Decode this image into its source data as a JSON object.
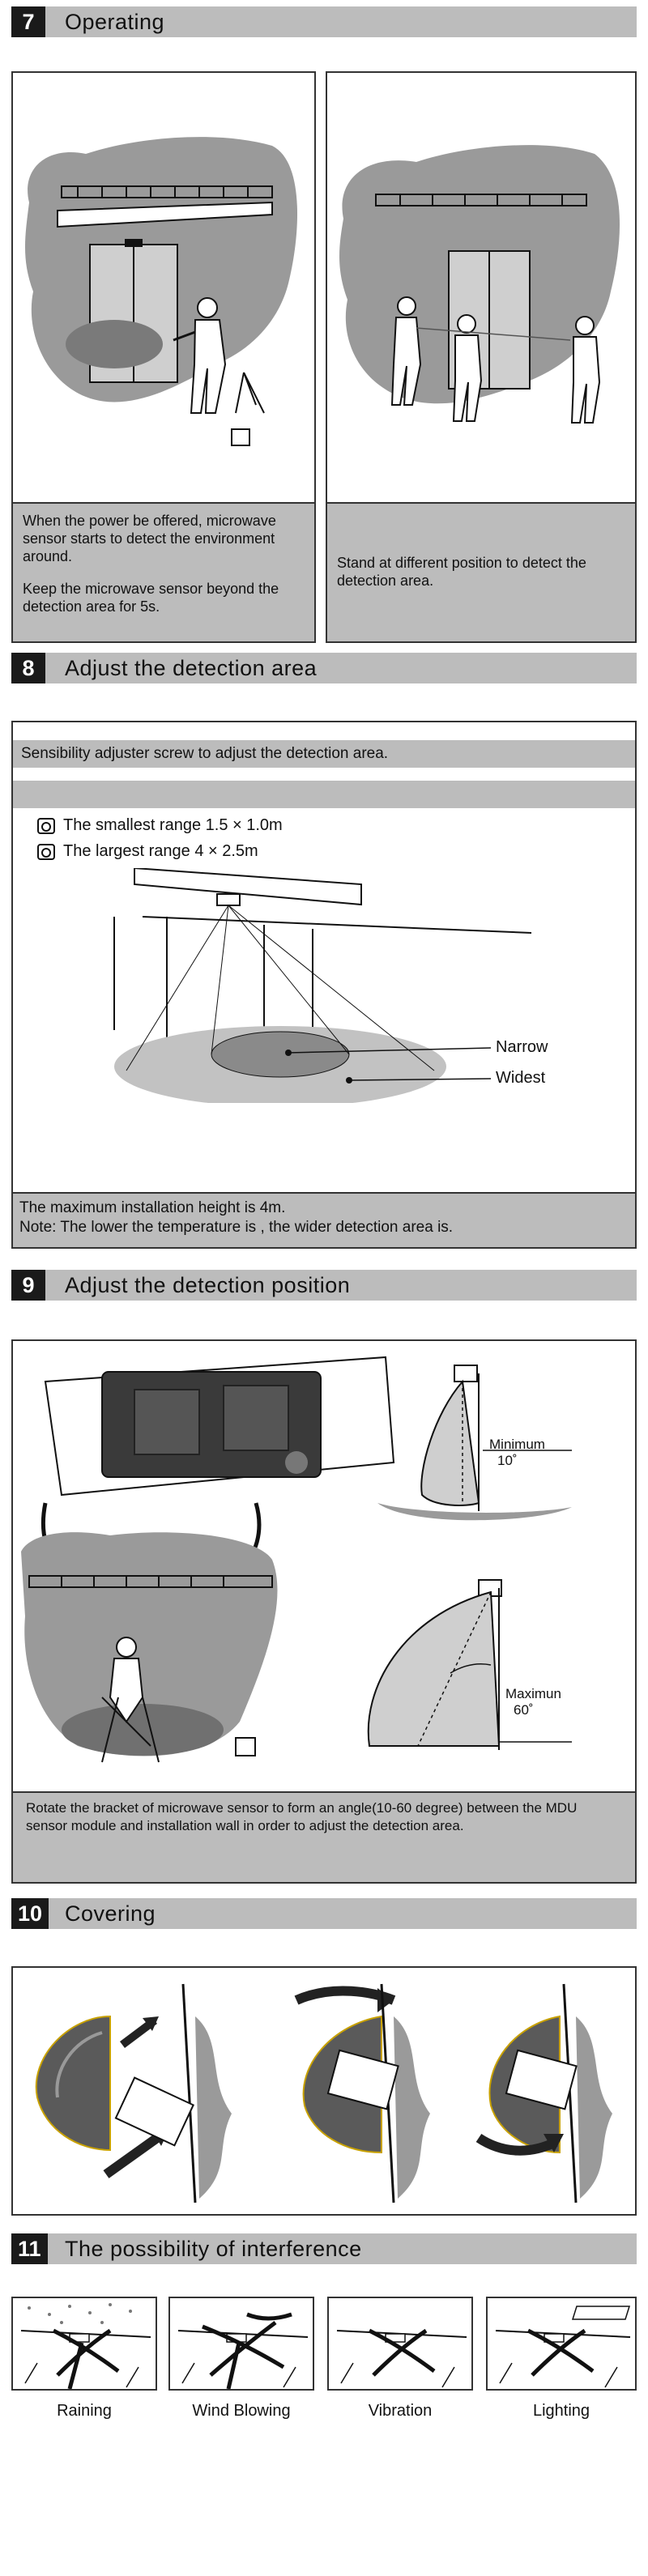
{
  "sections": {
    "s7": {
      "number": "7",
      "title": "Operating",
      "left_caption_1": "When the power be offered, microwave sensor starts to detect the environment around.",
      "left_caption_2": "Keep the microwave sensor beyond the detection area for 5s.",
      "right_caption": "Stand at different position to  detect the detection area."
    },
    "s8": {
      "number": "8",
      "title": "Adjust the detection area",
      "bar_text": "Sensibility adjuster screw to adjust the detection area.",
      "smallest": "The smallest  range  1.5 × 1.0m",
      "largest": "The largest  range  4 × 2.5m",
      "narrow_label": "Narrow",
      "widest_label": "Widest",
      "note_1": "The  maximum installation height is  4m.",
      "note_2": "Note: The lower the temperature is , the wider detection area is."
    },
    "s9": {
      "number": "9",
      "title": "Adjust the detection position",
      "minimum_label": "Minimum",
      "minimum_angle": "10˚",
      "maximum_label": "Maximun",
      "maximum_angle": "60˚",
      "caption": "Rotate the bracket of microwave sensor to form  an angle(10-60 degree) between the MDU sensor module  and installation wall in order to adjust the detection area."
    },
    "s10": {
      "number": "10",
      "title": "Covering"
    },
    "s11": {
      "number": "11",
      "title": "The possibility of interference",
      "labels": [
        "Raining",
        "Wind Blowing",
        "Vibration",
        "Lighting"
      ]
    }
  },
  "colors": {
    "header_bg": "#bcbcbc",
    "number_bg": "#1a1a1a",
    "blob_grey": "#9a9a9a",
    "panel_border": "#333333"
  }
}
